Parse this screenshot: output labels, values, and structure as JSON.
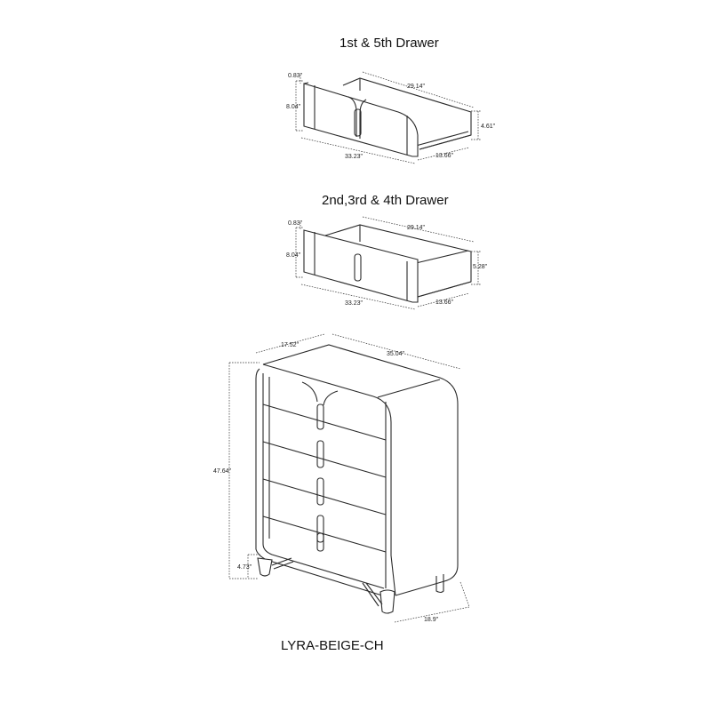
{
  "titles": {
    "drawer_a": "1st & 5th Drawer",
    "drawer_b": "2nd,3rd & 4th Drawer",
    "model": "LYRA-BEIGE-CH"
  },
  "drawer_a": {
    "front_thickness": "0.83\"",
    "front_height": "8.04\"",
    "inner_length": "29.14\"",
    "side_height": "4.61\"",
    "front_width": "33.23\"",
    "depth": "13.66\""
  },
  "drawer_b": {
    "front_thickness": "0.83\"",
    "front_height": "8.04\"",
    "inner_length": "29.14\"",
    "side_height": "5.28\"",
    "front_width": "33.23\"",
    "depth": "13.66\""
  },
  "chest": {
    "depth": "17.52\"",
    "width": "35.04\"",
    "height": "47.64\"",
    "leg_height": "4.73\"",
    "leg_span": "18.9\""
  }
}
